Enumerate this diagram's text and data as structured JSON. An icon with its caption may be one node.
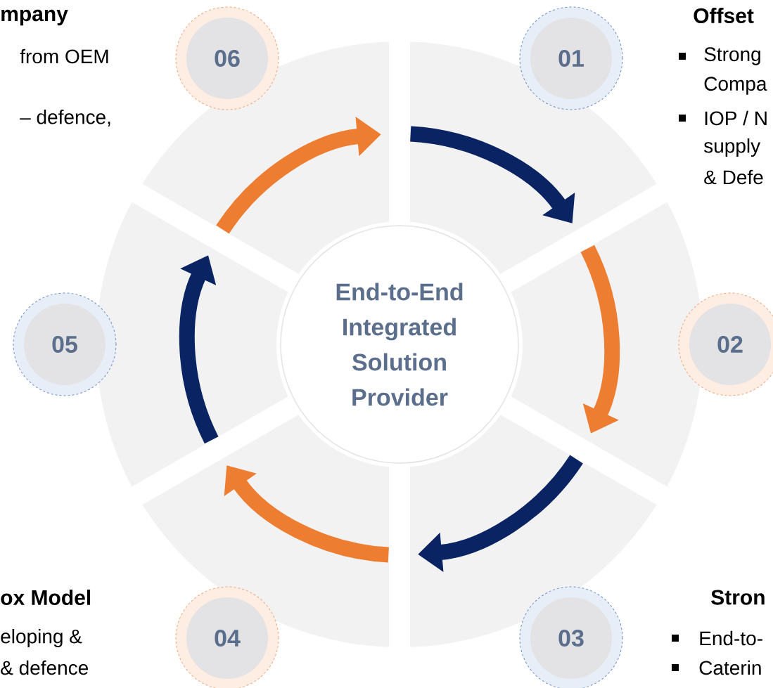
{
  "diagram": {
    "nodes": [
      {
        "text": [
          "End-to-End Integrated Solution Provider"
        ]
      },
      {
        "text": [
          "01"
        ]
      },
      {
        "text": [
          "02"
        ]
      },
      {
        "text": [
          "03"
        ]
      },
      {
        "text": [
          "04"
        ]
      },
      {
        "text": [
          "05"
        ]
      },
      {
        "text": [
          "06"
        ]
      }
    ],
    "labels": [
      "mpany",
      "Offset",
      "from OEM",
      "Strong",
      "Compa",
      "– defence,",
      "IOP / N",
      "supply",
      "& Defe",
      "ox Model",
      "Stron",
      "eloping &",
      "End-to-",
      "& defence",
      "Caterin"
    ]
  }
}
